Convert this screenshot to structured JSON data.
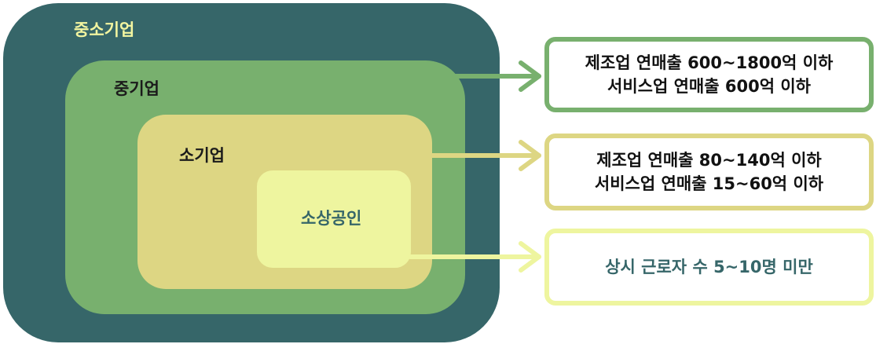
{
  "levels": [
    {
      "label": "중소기업",
      "color": "#366669"
    },
    {
      "label": "중기업",
      "color": "#78b06e"
    },
    {
      "label": "소기업",
      "color": "#ddd683"
    },
    {
      "label": "소상공인",
      "color": "#eef59f"
    }
  ],
  "info_boxes": [
    {
      "lines": [
        "제조업 연매출 600~1800억 이하",
        "서비스업 연매출 600억 이하"
      ],
      "border_color": "#78b06e"
    },
    {
      "lines": [
        "제조업 연매출 80~140억 이하",
        "서비스업 연매출 15~60억 이하"
      ],
      "border_color": "#ddd683"
    },
    {
      "lines": [
        "상시 근로자 수 5~10명 미만"
      ],
      "border_color": "#eef59f"
    }
  ]
}
